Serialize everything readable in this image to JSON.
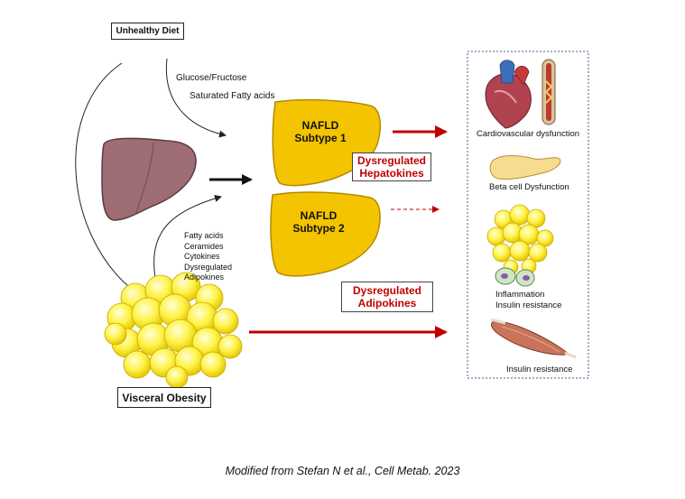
{
  "inputs": {
    "unhealthy_diet": "Unhealthy Diet",
    "diet_factors": [
      "Glucose/Fructose",
      "Saturated Fatty acids"
    ],
    "visceral_obesity": "Visceral Obesity",
    "adipose_factors": [
      "Fatty acids",
      "Ceramides",
      "Cytokines",
      "Dysregulated",
      "Adipokines"
    ]
  },
  "nafld": {
    "subtype1": [
      "NAFLD",
      "Subtype 1"
    ],
    "subtype2": [
      "NAFLD",
      "Subtype 2"
    ]
  },
  "mediators": {
    "hepatokines": [
      "Dysregulated",
      "Hepatokines"
    ],
    "adipokines": [
      "Dysregulated",
      "Adipokines"
    ]
  },
  "outcomes": {
    "cardiovascular": "Cardiovascular dysfunction",
    "beta_cell": "Beta cell Dysfunction",
    "inflammation": [
      "Inflammation",
      "Insulin resistance"
    ],
    "muscle": "Insulin resistance"
  },
  "caption": "Modified from Stefan N et al., Cell Metab. 2023",
  "colors": {
    "arrow_red": "#c00000",
    "liver_yellow": "#f5c400",
    "liver_mauve": "#9e6d74",
    "fat_yellow": "#fff34a"
  },
  "icons": [
    "liver-icon",
    "fat-cluster-icon",
    "heart-icon",
    "artery-icon",
    "pancreas-icon",
    "adipocyte-icon",
    "macrophage-icon",
    "muscle-icon"
  ]
}
